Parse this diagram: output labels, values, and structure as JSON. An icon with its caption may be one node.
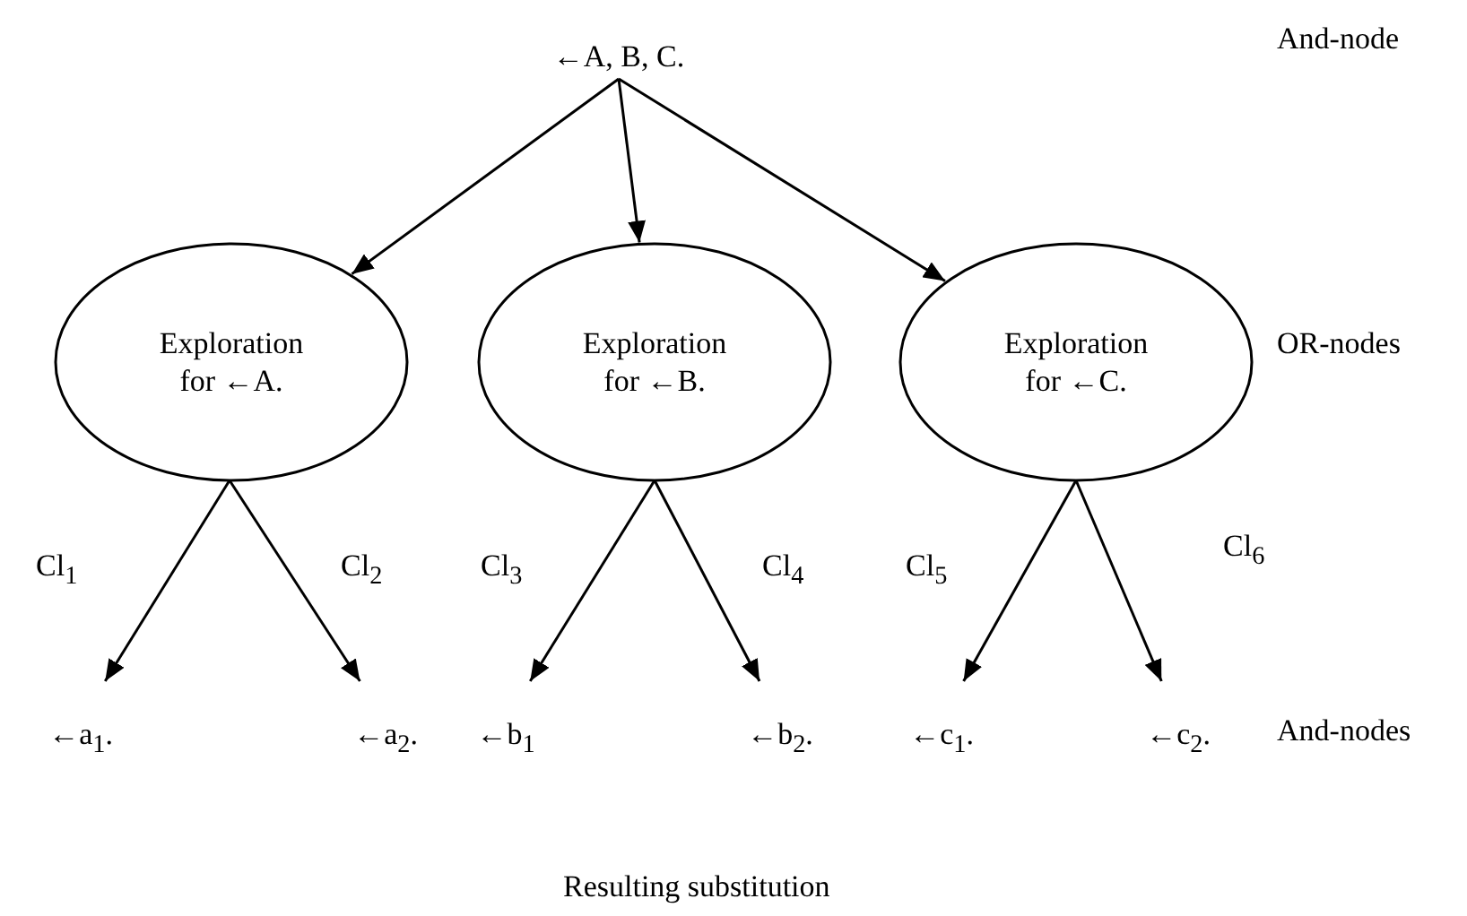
{
  "diagram": {
    "nodes": [
      {
        "text": [
          "←A, B, C."
        ]
      },
      {
        "text": [
          "Exploration for ←A."
        ]
      },
      {
        "text": [
          "Exploration for ←B."
        ]
      },
      {
        "text": [
          "Exploration for ←C."
        ]
      },
      {
        "text": [
          "←a$_{1}$."
        ]
      },
      {
        "text": [
          "←a$_{2}$."
        ]
      },
      {
        "text": [
          "←b$_{1}$"
        ]
      },
      {
        "text": [
          "←b$_{2}$."
        ]
      },
      {
        "text": [
          "←c$_{1}$."
        ]
      },
      {
        "text": [
          "←c$_{2}$."
        ]
      }
    ],
    "edges": [
      {
        "from": 0,
        "to": 1,
        "arrow": "to"
      },
      {
        "from": 0,
        "to": 2,
        "arrow": "to"
      },
      {
        "from": 0,
        "to": 3,
        "arrow": "to"
      },
      {
        "from": 1,
        "to": 4,
        "arrow": "to",
        "label": "Cl$_{1}$"
      },
      {
        "from": 1,
        "to": 5,
        "arrow": "to",
        "label": "Cl$_{2}$"
      },
      {
        "from": 2,
        "to": 6,
        "arrow": "to",
        "label": "Cl$_{3}$"
      },
      {
        "from": 2,
        "to": 7,
        "arrow": "to",
        "label": "Cl$_{4}$"
      },
      {
        "from": 3,
        "to": 8,
        "arrow": "to",
        "label": "Cl$_{5}$"
      },
      {
        "from": 3,
        "to": 9,
        "arrow": "to",
        "label": "Cl$_{6}$"
      }
    ],
    "labels": [
      "And-node",
      "OR-nodes",
      "And-nodes",
      "Resulting substitution"
    ]
  }
}
